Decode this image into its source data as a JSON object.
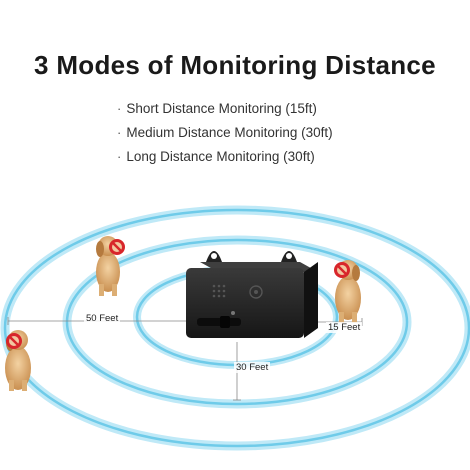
{
  "header": {
    "title": "3 Modes of Monitoring Distance"
  },
  "modes": [
    {
      "bullet": "·",
      "label": "Short Distance Monitoring (15ft)"
    },
    {
      "bullet": "·",
      "label": "Medium Distance Monitoring (30ft)"
    },
    {
      "bullet": "·",
      "label": "Long Distance Monitoring (30ft)"
    }
  ],
  "distances": {
    "long": "50 Feet",
    "short": "15 Feet",
    "medium": "30 Feet"
  },
  "colors": {
    "ring": "#7fd3ee",
    "ring_glow": "#c9ecf8",
    "device": "#2b2b2b",
    "no_bark_sign": "#d8262b",
    "dog_fur": "#e0b17a"
  },
  "icons": [
    "dog-icon",
    "no-bark-icon",
    "device-icon"
  ]
}
